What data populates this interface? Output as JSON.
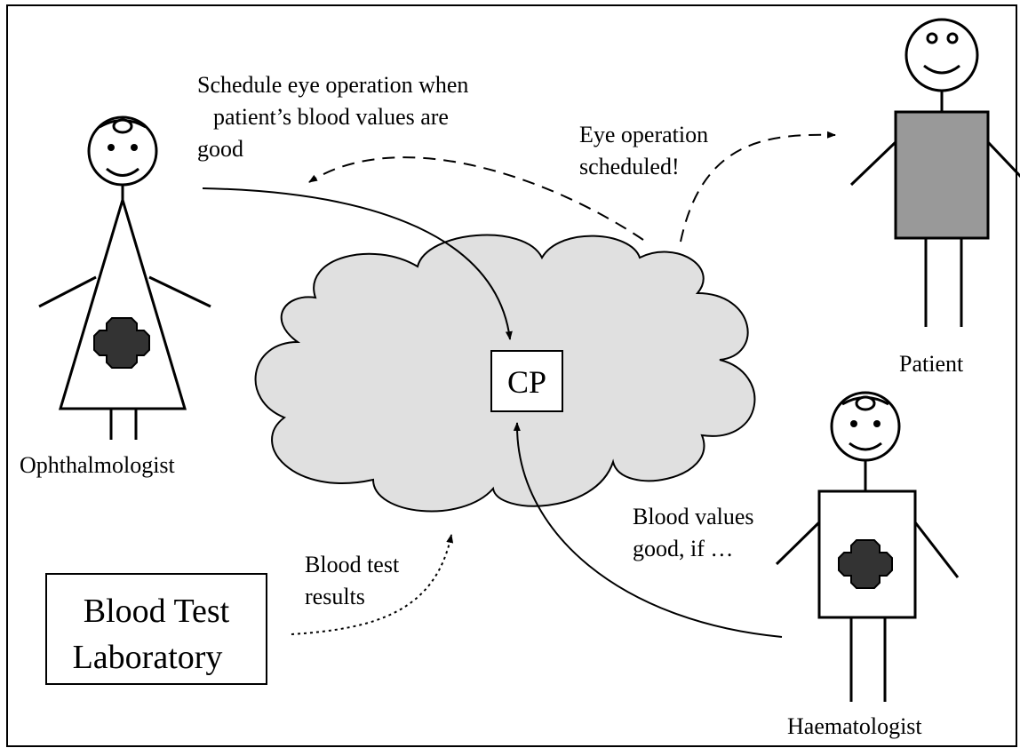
{
  "actors": {
    "ophthalmologist": "Ophthalmologist",
    "patient": "Patient",
    "haematologist": "Haematologist"
  },
  "central_node": "CP",
  "laboratory": {
    "line1": "Blood Test",
    "line2": "Laboratory"
  },
  "messages": {
    "schedule_request": [
      "Schedule eye operation when",
      "patient’s blood values are",
      "good"
    ],
    "operation_scheduled": [
      "Eye operation",
      "scheduled!"
    ],
    "blood_test_results": [
      "Blood test",
      "results"
    ],
    "blood_values": [
      "Blood values",
      "good, if …"
    ]
  },
  "colors": {
    "cloud_fill": "#e0e0e0",
    "patient_body_fill": "#999999",
    "cross_fill": "#333333",
    "line": "#000000"
  }
}
